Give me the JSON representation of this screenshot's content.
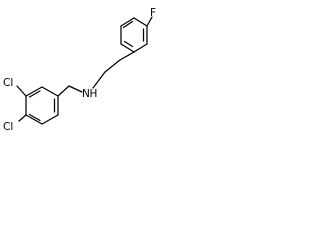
{
  "molecule": {
    "atoms": {
      "fluorine": "F",
      "nitrogen": "N",
      "hydrogen": "H",
      "chlorine_upper": "Cl",
      "chlorine_lower": "Cl"
    }
  },
  "colors": {
    "bond": "#000000",
    "label": "#000000",
    "background": "#ffffff"
  }
}
